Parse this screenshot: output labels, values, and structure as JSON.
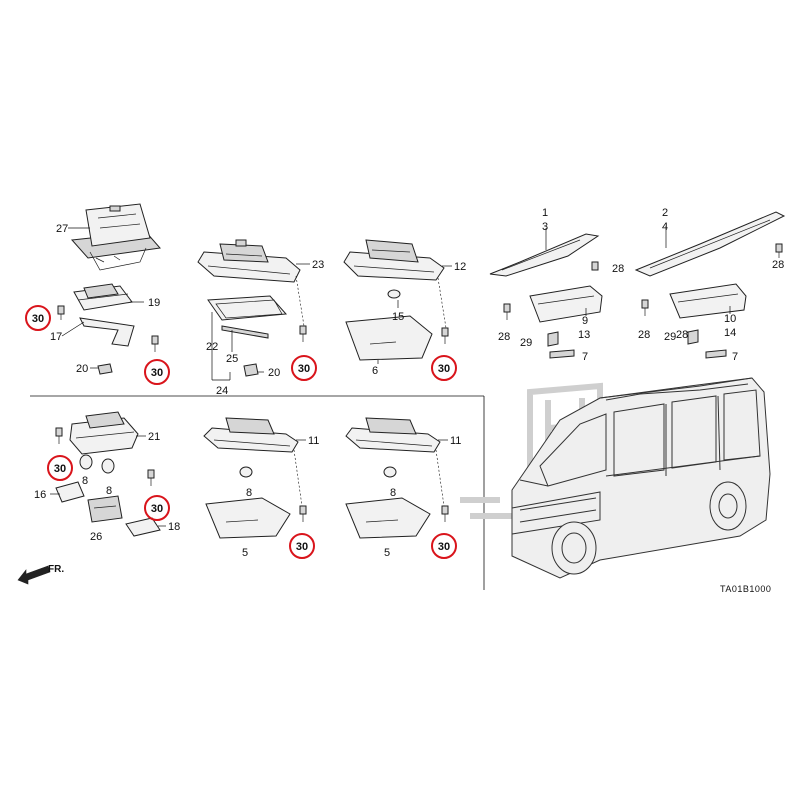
{
  "diagram": {
    "code": "TA01B1000",
    "front_marker": "FR.",
    "callouts": [
      {
        "id": "c27",
        "label": "27"
      },
      {
        "id": "c19",
        "label": "19"
      },
      {
        "id": "c17",
        "label": "17"
      },
      {
        "id": "c20a",
        "label": "20"
      },
      {
        "id": "c23",
        "label": "23"
      },
      {
        "id": "c22",
        "label": "22"
      },
      {
        "id": "c25",
        "label": "25"
      },
      {
        "id": "c24",
        "label": "24"
      },
      {
        "id": "c20b",
        "label": "20"
      },
      {
        "id": "c12",
        "label": "12"
      },
      {
        "id": "c15",
        "label": "15"
      },
      {
        "id": "c6",
        "label": "6"
      },
      {
        "id": "c1",
        "label": "1"
      },
      {
        "id": "c3",
        "label": "3"
      },
      {
        "id": "c2",
        "label": "2"
      },
      {
        "id": "c4",
        "label": "4"
      },
      {
        "id": "c28a",
        "label": "28"
      },
      {
        "id": "c28b",
        "label": "28"
      },
      {
        "id": "c28c",
        "label": "28"
      },
      {
        "id": "c28d",
        "label": "28"
      },
      {
        "id": "c28e",
        "label": "28"
      },
      {
        "id": "c9",
        "label": "9"
      },
      {
        "id": "c13",
        "label": "13"
      },
      {
        "id": "c10",
        "label": "10"
      },
      {
        "id": "c14",
        "label": "14"
      },
      {
        "id": "c29a",
        "label": "29"
      },
      {
        "id": "c29b",
        "label": "29"
      },
      {
        "id": "c7a",
        "label": "7"
      },
      {
        "id": "c7b",
        "label": "7"
      },
      {
        "id": "c21",
        "label": "21"
      },
      {
        "id": "c8a",
        "label": "8"
      },
      {
        "id": "c8b",
        "label": "8"
      },
      {
        "id": "c16",
        "label": "16"
      },
      {
        "id": "c26",
        "label": "26"
      },
      {
        "id": "c18",
        "label": "18"
      },
      {
        "id": "c11a",
        "label": "11"
      },
      {
        "id": "c8c",
        "label": "8"
      },
      {
        "id": "c5a",
        "label": "5"
      },
      {
        "id": "c11b",
        "label": "11"
      },
      {
        "id": "c8d",
        "label": "8"
      },
      {
        "id": "c5b",
        "label": "5"
      }
    ],
    "ringed_callouts": [
      {
        "id": "r1",
        "label": "30"
      },
      {
        "id": "r2",
        "label": "30"
      },
      {
        "id": "r3",
        "label": "30"
      },
      {
        "id": "r4",
        "label": "30"
      },
      {
        "id": "r5",
        "label": "30"
      },
      {
        "id": "r6",
        "label": "30"
      },
      {
        "id": "r7",
        "label": "30"
      },
      {
        "id": "r8",
        "label": "30"
      }
    ],
    "ring_color": "#d9141b"
  }
}
